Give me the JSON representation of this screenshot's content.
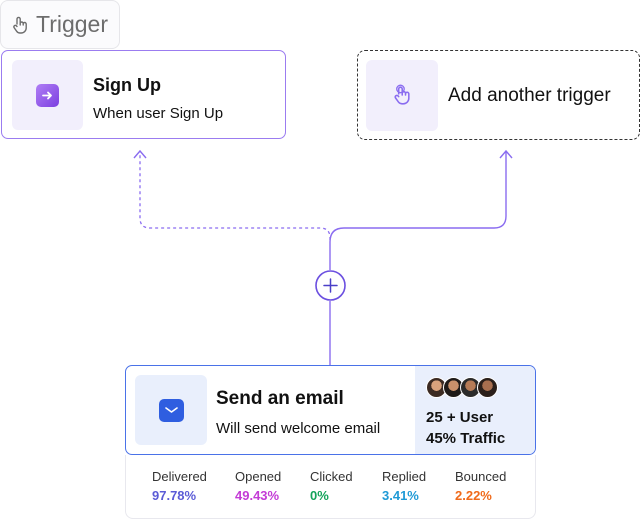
{
  "trigger_chip": {
    "label": "Trigger",
    "icon": "tap-hand-icon"
  },
  "signup_card": {
    "title": "Sign Up",
    "subtitle": "When user Sign Up",
    "icon": "arrow-right-icon"
  },
  "add_trigger": {
    "label": "Add another trigger",
    "icon": "tap-hand-icon"
  },
  "add_step_button": {
    "icon": "plus-icon"
  },
  "email_card": {
    "title": "Send an email",
    "subtitle": "Will send welcome email",
    "icon": "mail-icon",
    "audience": {
      "users": "25 + User",
      "traffic": "45% Traffic"
    }
  },
  "stats": [
    {
      "label": "Delivered",
      "value": "97.78%",
      "color": "#5b5bd6"
    },
    {
      "label": "Opened",
      "value": "49.43%",
      "color": "#c33bd6"
    },
    {
      "label": "Clicked",
      "value": "0%",
      "color": "#13a35a"
    },
    {
      "label": "Replied",
      "value": "3.41%",
      "color": "#1f9ad6"
    },
    {
      "label": "Bounced",
      "value": "2.22%",
      "color": "#f06a1a"
    }
  ],
  "colors": {
    "accent": "#7c5cec",
    "email_border": "#4a72e8",
    "connector": "#8a6cf0"
  }
}
